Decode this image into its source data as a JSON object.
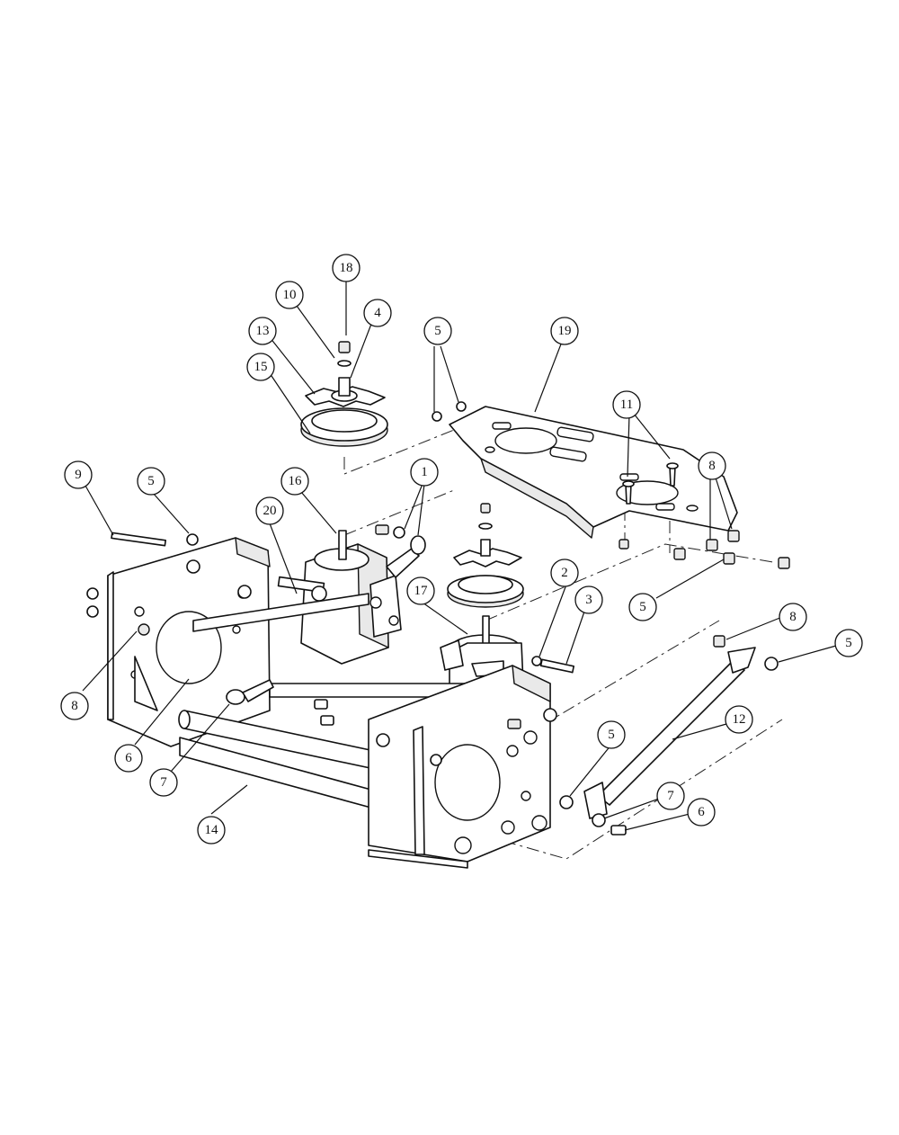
{
  "diagram": {
    "callouts": [
      {
        "id": "c18",
        "label": "18"
      },
      {
        "id": "c10",
        "label": "10"
      },
      {
        "id": "c4",
        "label": "4"
      },
      {
        "id": "c13",
        "label": "13"
      },
      {
        "id": "c15",
        "label": "15"
      },
      {
        "id": "c5a",
        "label": "5"
      },
      {
        "id": "c19",
        "label": "19"
      },
      {
        "id": "c11",
        "label": "11"
      },
      {
        "id": "c8a",
        "label": "8"
      },
      {
        "id": "c9",
        "label": "9"
      },
      {
        "id": "c5b",
        "label": "5"
      },
      {
        "id": "c16",
        "label": "16"
      },
      {
        "id": "c1",
        "label": "1"
      },
      {
        "id": "c20",
        "label": "20"
      },
      {
        "id": "c2",
        "label": "2"
      },
      {
        "id": "c3",
        "label": "3"
      },
      {
        "id": "c17",
        "label": "17"
      },
      {
        "id": "c5c",
        "label": "5"
      },
      {
        "id": "c8b",
        "label": "8"
      },
      {
        "id": "c5d",
        "label": "5"
      },
      {
        "id": "c8c",
        "label": "8"
      },
      {
        "id": "c6a",
        "label": "6"
      },
      {
        "id": "c7a",
        "label": "7"
      },
      {
        "id": "c12",
        "label": "12"
      },
      {
        "id": "c5e",
        "label": "5"
      },
      {
        "id": "c14",
        "label": "14"
      },
      {
        "id": "c7b",
        "label": "7"
      },
      {
        "id": "c6b",
        "label": "6"
      }
    ]
  }
}
